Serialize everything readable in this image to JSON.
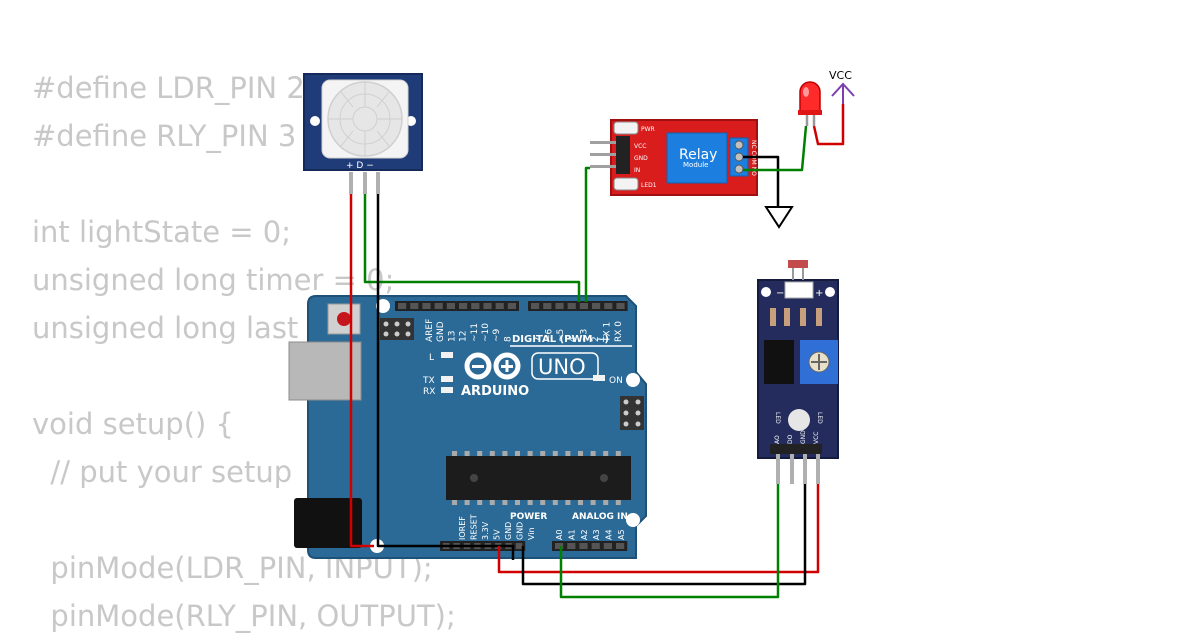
{
  "code_lines": [
    "#define LDR_PIN 2",
    "#define RLY_PIN 3",
    "",
    "int lightState = 0;",
    "unsigned long timer = 0;",
    "unsigned long last",
    "",
    "void setup() {",
    "  // put your setup                    e:",
    "",
    "  pinMode(LDR_PIN, INPUT);",
    "  pinMode(RLY_PIN, OUTPUT);"
  ],
  "pir": {
    "pins": "+ D −"
  },
  "relay": {
    "title": "Relay",
    "subtitle": "Module",
    "pwr": "PWR",
    "led": "LED1",
    "vcc": "VCC",
    "gnd": "GND",
    "in": "IN",
    "terms": "NC COM NO"
  },
  "supply": {
    "label": "VCC"
  },
  "arduino": {
    "brand": "ARDUINO",
    "model": "UNO",
    "digital": "DIGITAL (PWM ~)",
    "power": "POWER",
    "analog": "ANALOG IN",
    "l": "L",
    "tx": "TX",
    "rx": "RX",
    "on": "ON",
    "digital_pins": [
      "AREF",
      "GND",
      "13",
      "12",
      "~11",
      "~10",
      "~9",
      "8",
      "7",
      "~6",
      "~5",
      "4",
      "~3",
      "2",
      "TX 1",
      "RX 0"
    ],
    "power_pins": [
      "IOREF",
      "RESET",
      "3.3V",
      "5V",
      "GND",
      "GND",
      "Vin"
    ],
    "analog_pins": [
      "A0",
      "A1",
      "A2",
      "A3",
      "A4",
      "A5"
    ]
  },
  "ldr": {
    "pins": [
      "AO",
      "DO",
      "GND",
      "VCC"
    ],
    "led_l": "LED",
    "led_r": "LED"
  },
  "colors": {
    "board": "#2b6a96",
    "relay": "#d91c1c",
    "sensor": "#232c5c",
    "wire_red": "#d00000",
    "wire_green": "#008000",
    "wire_black": "#000000"
  }
}
